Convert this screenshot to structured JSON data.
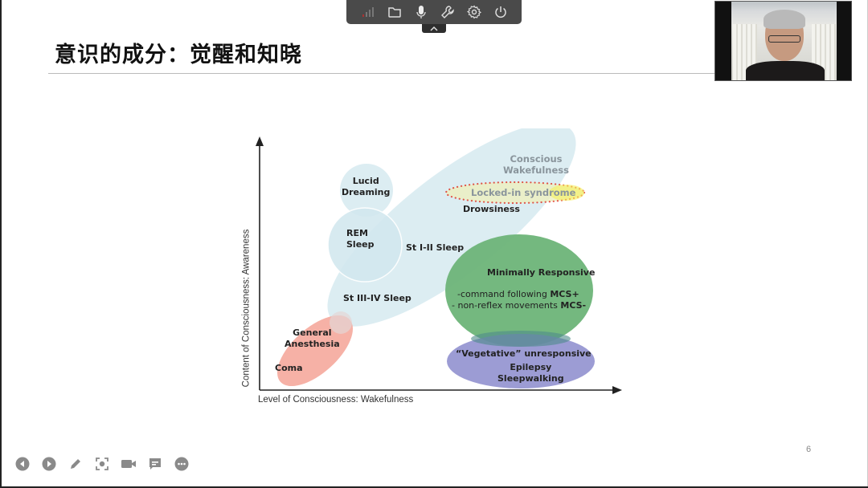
{
  "toolbar": {
    "icons": [
      "signal-icon",
      "whiteboard-icon",
      "microphone-icon",
      "wrench-icon",
      "settings-icon",
      "power-icon"
    ],
    "collapse_icon": "chevron-up-icon"
  },
  "slide": {
    "title": "意识的成分：觉醒和知晓",
    "page_number": "6"
  },
  "video": {
    "participant": "presenter-video"
  },
  "diagram": {
    "y_axis_label": "Content of Consciousness: Awareness",
    "x_axis_label": "Level of Consciousness: Wakefulness",
    "regions": {
      "conscious_wakefulness": "Conscious\nWakefulness",
      "conscious_line1": "Conscious",
      "conscious_line2": "Wakefulness",
      "locked_in": "Locked-in syndrome",
      "drowsiness": "Drowsiness",
      "lucid_line1": "Lucid",
      "lucid_line2": "Dreaming",
      "rem_line1": "REM",
      "rem_line2": "Sleep",
      "st12": "St I-II Sleep",
      "st34": "St III-IV Sleep",
      "minimally_responsive": "Minimally Responsive",
      "mcs_plus_prefix": "-command following ",
      "mcs_plus": "MCS+",
      "mcs_minus_prefix": "- non-reflex movements ",
      "mcs_minus": "MCS-",
      "general_line1": "General",
      "general_line2": "Anesthesia",
      "coma": "Coma",
      "vegetative": "“Vegetative” unresponsive",
      "epilepsy": "Epilepsy",
      "sleepwalking": "Sleepwalking"
    },
    "colors": {
      "wakeful_ellipse": "#d6eaf0",
      "green_ellipse": "#6fb57a",
      "purple_ellipse": "#8f8fcf",
      "red_ellipse": "#f4a89c",
      "locked_in_fill": "#eef0c0",
      "locked_in_dots": "#e03020"
    }
  },
  "bottom_bar": {
    "icons": [
      "previous-slide-icon",
      "next-slide-icon",
      "pen-icon",
      "screenshot-icon",
      "camera-icon",
      "chat-icon",
      "more-icon"
    ]
  }
}
